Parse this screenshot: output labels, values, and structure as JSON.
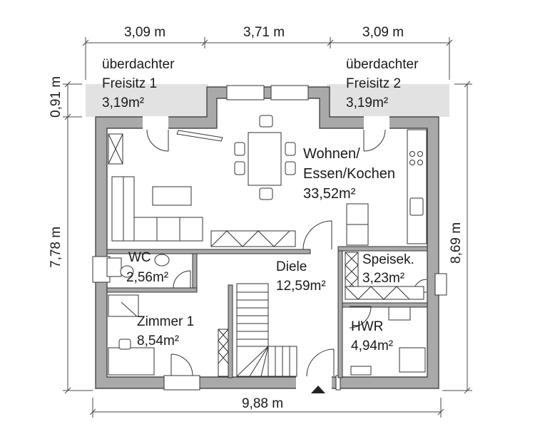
{
  "dimensions": {
    "top": [
      "3,09 m",
      "3,71 m",
      "3,09 m"
    ],
    "bottom": "9,88 m",
    "left_upper": "0,91 m",
    "left_main": "7,78 m",
    "right": "8,69 m"
  },
  "rooms": {
    "freisitz1": {
      "line1": "überdachter",
      "line2": "Freisitz 1",
      "area": "3,19m²"
    },
    "freisitz2": {
      "line1": "überdachter",
      "line2": "Freisitz 2",
      "area": "3,19m²"
    },
    "wohnen": {
      "line1": "Wohnen/",
      "line2": "Essen/Kochen",
      "area": "33,52m²"
    },
    "wc": {
      "name": "WC",
      "area": "2,56m²"
    },
    "diele": {
      "name": "Diele",
      "area": "12,59m²"
    },
    "speisek": {
      "name": "Speisek.",
      "area": "3,23m²"
    },
    "zimmer1": {
      "name": "Zimmer 1",
      "area": "8,54m²"
    },
    "hwr": {
      "name": "HWR",
      "area": "4,94m²"
    }
  },
  "colors": {
    "wall": "#a9a9a9",
    "line": "#333333",
    "terrace": "#e2e2e2",
    "dim_line": "#4a4a4a"
  }
}
